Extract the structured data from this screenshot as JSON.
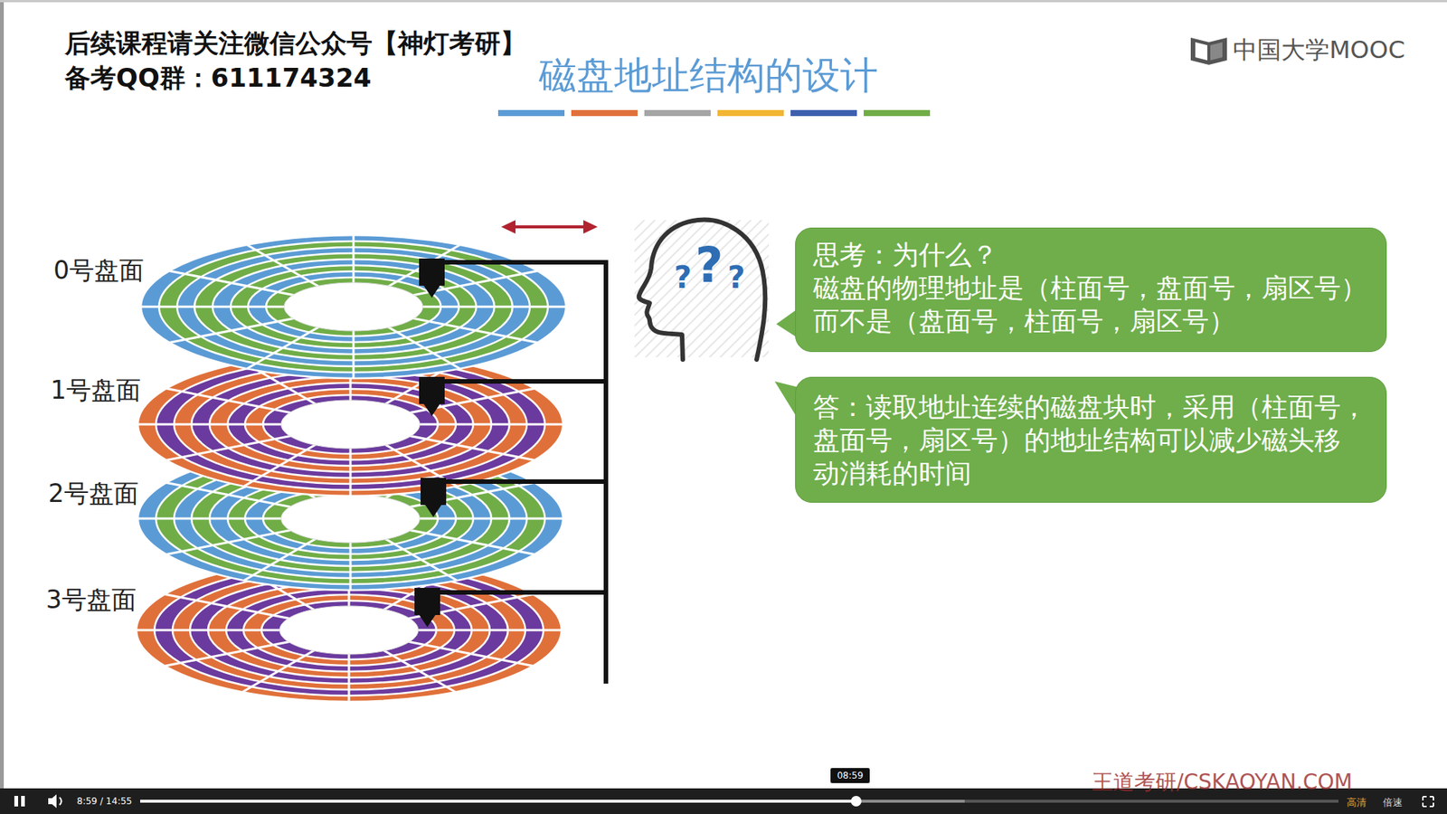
{
  "diagram": {
    "title": "磁盘地址结构的设计",
    "nodes": [
      {
        "text": [
          "思考：为什么？",
          "磁盘的物理地址是（柱面号，盘面号，扇区号） 而不是（盘面号，柱面号，扇区号）"
        ]
      },
      {
        "text": [
          "答：读取地址连续的磁盘块时，采用（柱面号， 盘面号，扇区号）的地址结构可以减少磁头移 动消耗的时间"
        ]
      }
    ],
    "labels": [
      "后续课程请关注微信公众号【神灯考研】",
      "备考QQ群：611174324",
      "中国大学MOOC",
      "0号盘面",
      "1号盘面",
      "2号盘面",
      "3号盘面",
      "?",
      "?",
      "?",
      "08:59",
      "8:59 / 14:55",
      "高清",
      "倍速",
      "王道考研/CSKAOYAN.COM"
    ]
  }
}
